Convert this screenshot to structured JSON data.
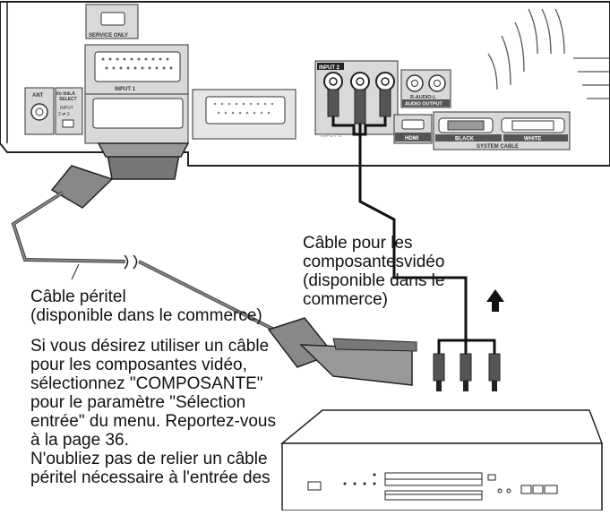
{
  "panel": {
    "service_only": "SERVICE ONLY",
    "input1": "INPUT 1",
    "input2": "INPUT 2",
    "input3": "INPUT 3",
    "ant": "ANT",
    "io_select_1": "I/o link.A",
    "io_select_2": "SELECT",
    "io_input": "INPUT",
    "io_range": "2 ⇄ 3",
    "audio_lr": "R-AUDIO-L",
    "audio_output": "AUDIO OUTPUT",
    "hdmi": "HDMI",
    "black": "BLACK",
    "white": "WHITE",
    "system_cable": "SYSTEM CABLE"
  },
  "labels": {
    "component_cable": "Câble pour les\ncomposantesvidéo\n(disponible dans le\ncommerce)",
    "scart_cable": "Câble péritel\n(disponible dans le commerce)",
    "instructions": "Si vous désirez utiliser un câble\npour les composantes vidéo,\nsélectionnez \"COMPOSANTE\"\npour le paramètre \"Sélection\nentrée\" du menu. Reportez-vous\nà la page 36.\nN'oubliez pas de relier un câble\npéritel nécessaire à l'entrée des"
  },
  "icons": {
    "arrow": "up-arrow-icon"
  }
}
